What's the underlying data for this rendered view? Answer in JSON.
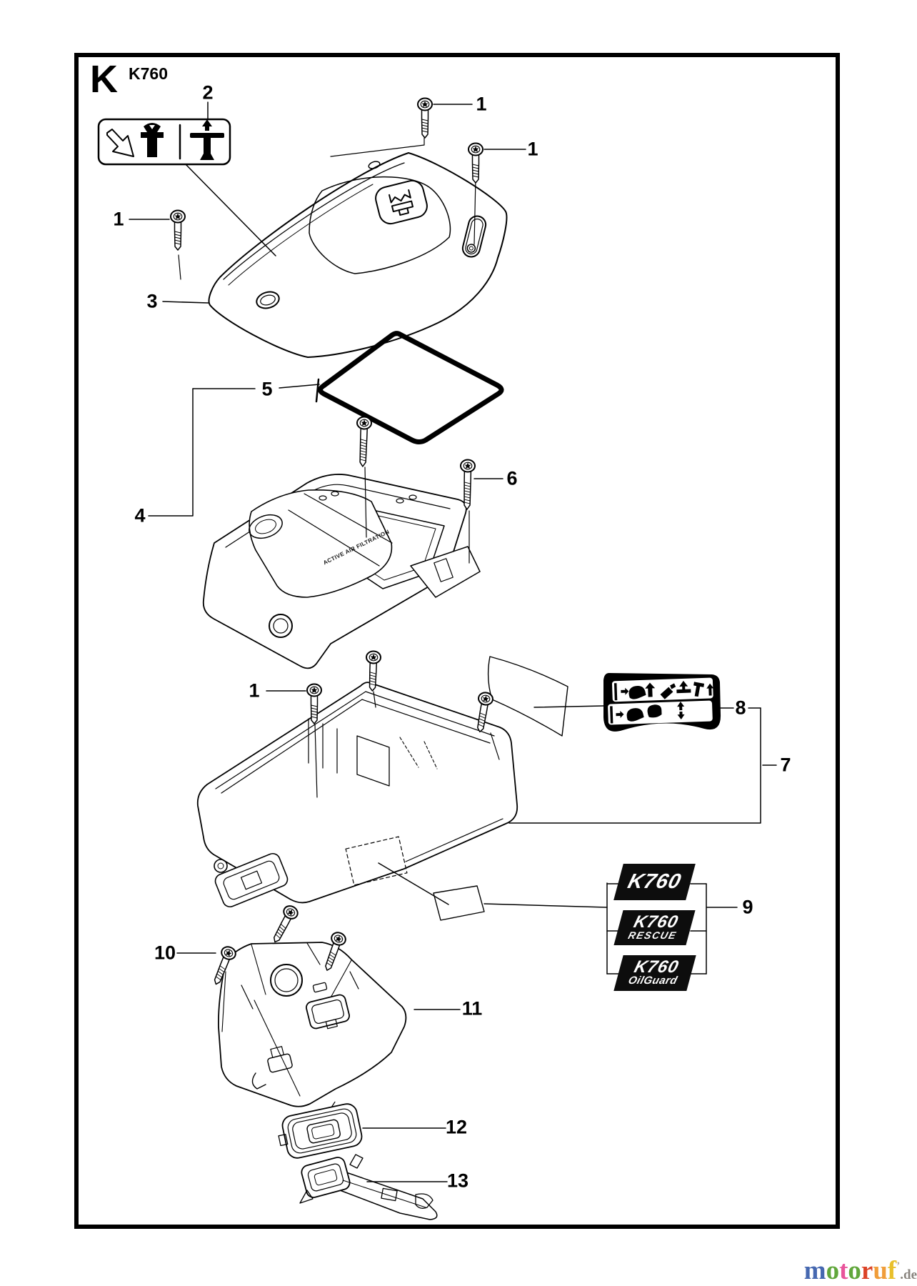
{
  "header": {
    "section_letter": "K",
    "model": "K760"
  },
  "callouts": {
    "n1": "1",
    "n2": "2",
    "n3": "3",
    "n4": "4",
    "n5": "5",
    "n6": "6",
    "n7": "7",
    "n8": "8",
    "n9": "9",
    "n10": "10",
    "n11": "11",
    "n12": "12",
    "n13": "13"
  },
  "decals": {
    "plain": "K760",
    "rescue_top": "K760",
    "rescue_bottom": "RESCUE",
    "oilguard_top": "K760",
    "oilguard_bottom": "OilGuard"
  },
  "part_text": {
    "air_filtration": "ACTIVE AIR FILTRATION"
  },
  "watermark": {
    "letters": [
      [
        "m",
        "#4668b0"
      ],
      [
        "o",
        "#61a73c"
      ],
      [
        "t",
        "#e8549b"
      ],
      [
        "o",
        "#61a73c"
      ],
      [
        "r",
        "#dc4326"
      ],
      [
        "u",
        "#f09d3a"
      ],
      [
        "f",
        "#e9c02c"
      ]
    ],
    "mark": "’",
    "mark_color": "#b0a8a0",
    "suffix": ".de",
    "suffix_color": "#8a857f"
  }
}
